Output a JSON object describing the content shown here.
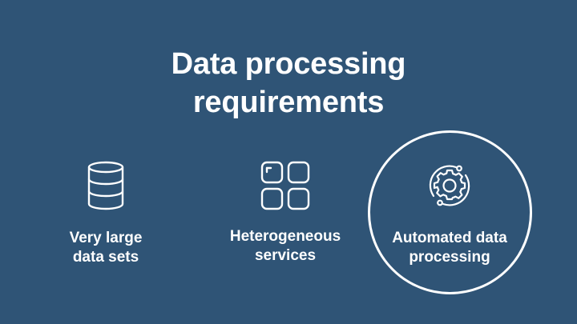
{
  "slide": {
    "title_line1": "Data processing",
    "title_line2": "requirements",
    "items": [
      {
        "icon": "database-icon",
        "label_line1": "Very large",
        "label_line2": "data sets"
      },
      {
        "icon": "grid-squares-icon",
        "label_line1": "Heterogeneous",
        "label_line2": "services"
      },
      {
        "icon": "gear-cycle-icon",
        "label_line1": "Automated data",
        "label_line2": "processing"
      }
    ],
    "highlighted_item": "Automated data processing"
  },
  "colors": {
    "background": "#2f5476",
    "foreground": "#ffffff"
  }
}
